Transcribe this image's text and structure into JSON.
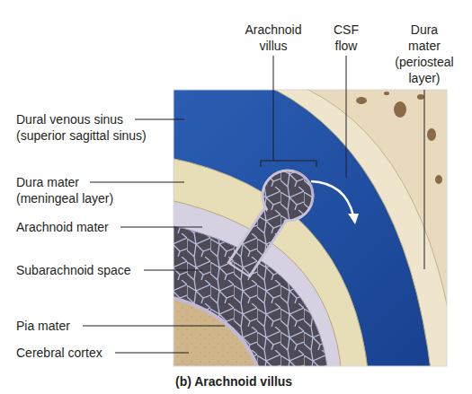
{
  "diagram": {
    "caption": "(b) Arachnoid villus",
    "labels": [
      "Arachnoid villus",
      "CSF flow",
      "Dura mater (periosteal layer)",
      "Dural venous sinus (superior sagittal sinus)",
      "Dura mater (meningeal layer)",
      "Arachnoid mater",
      "Subarachnoid space",
      "Pia mater",
      "Cerebral cortex"
    ]
  }
}
